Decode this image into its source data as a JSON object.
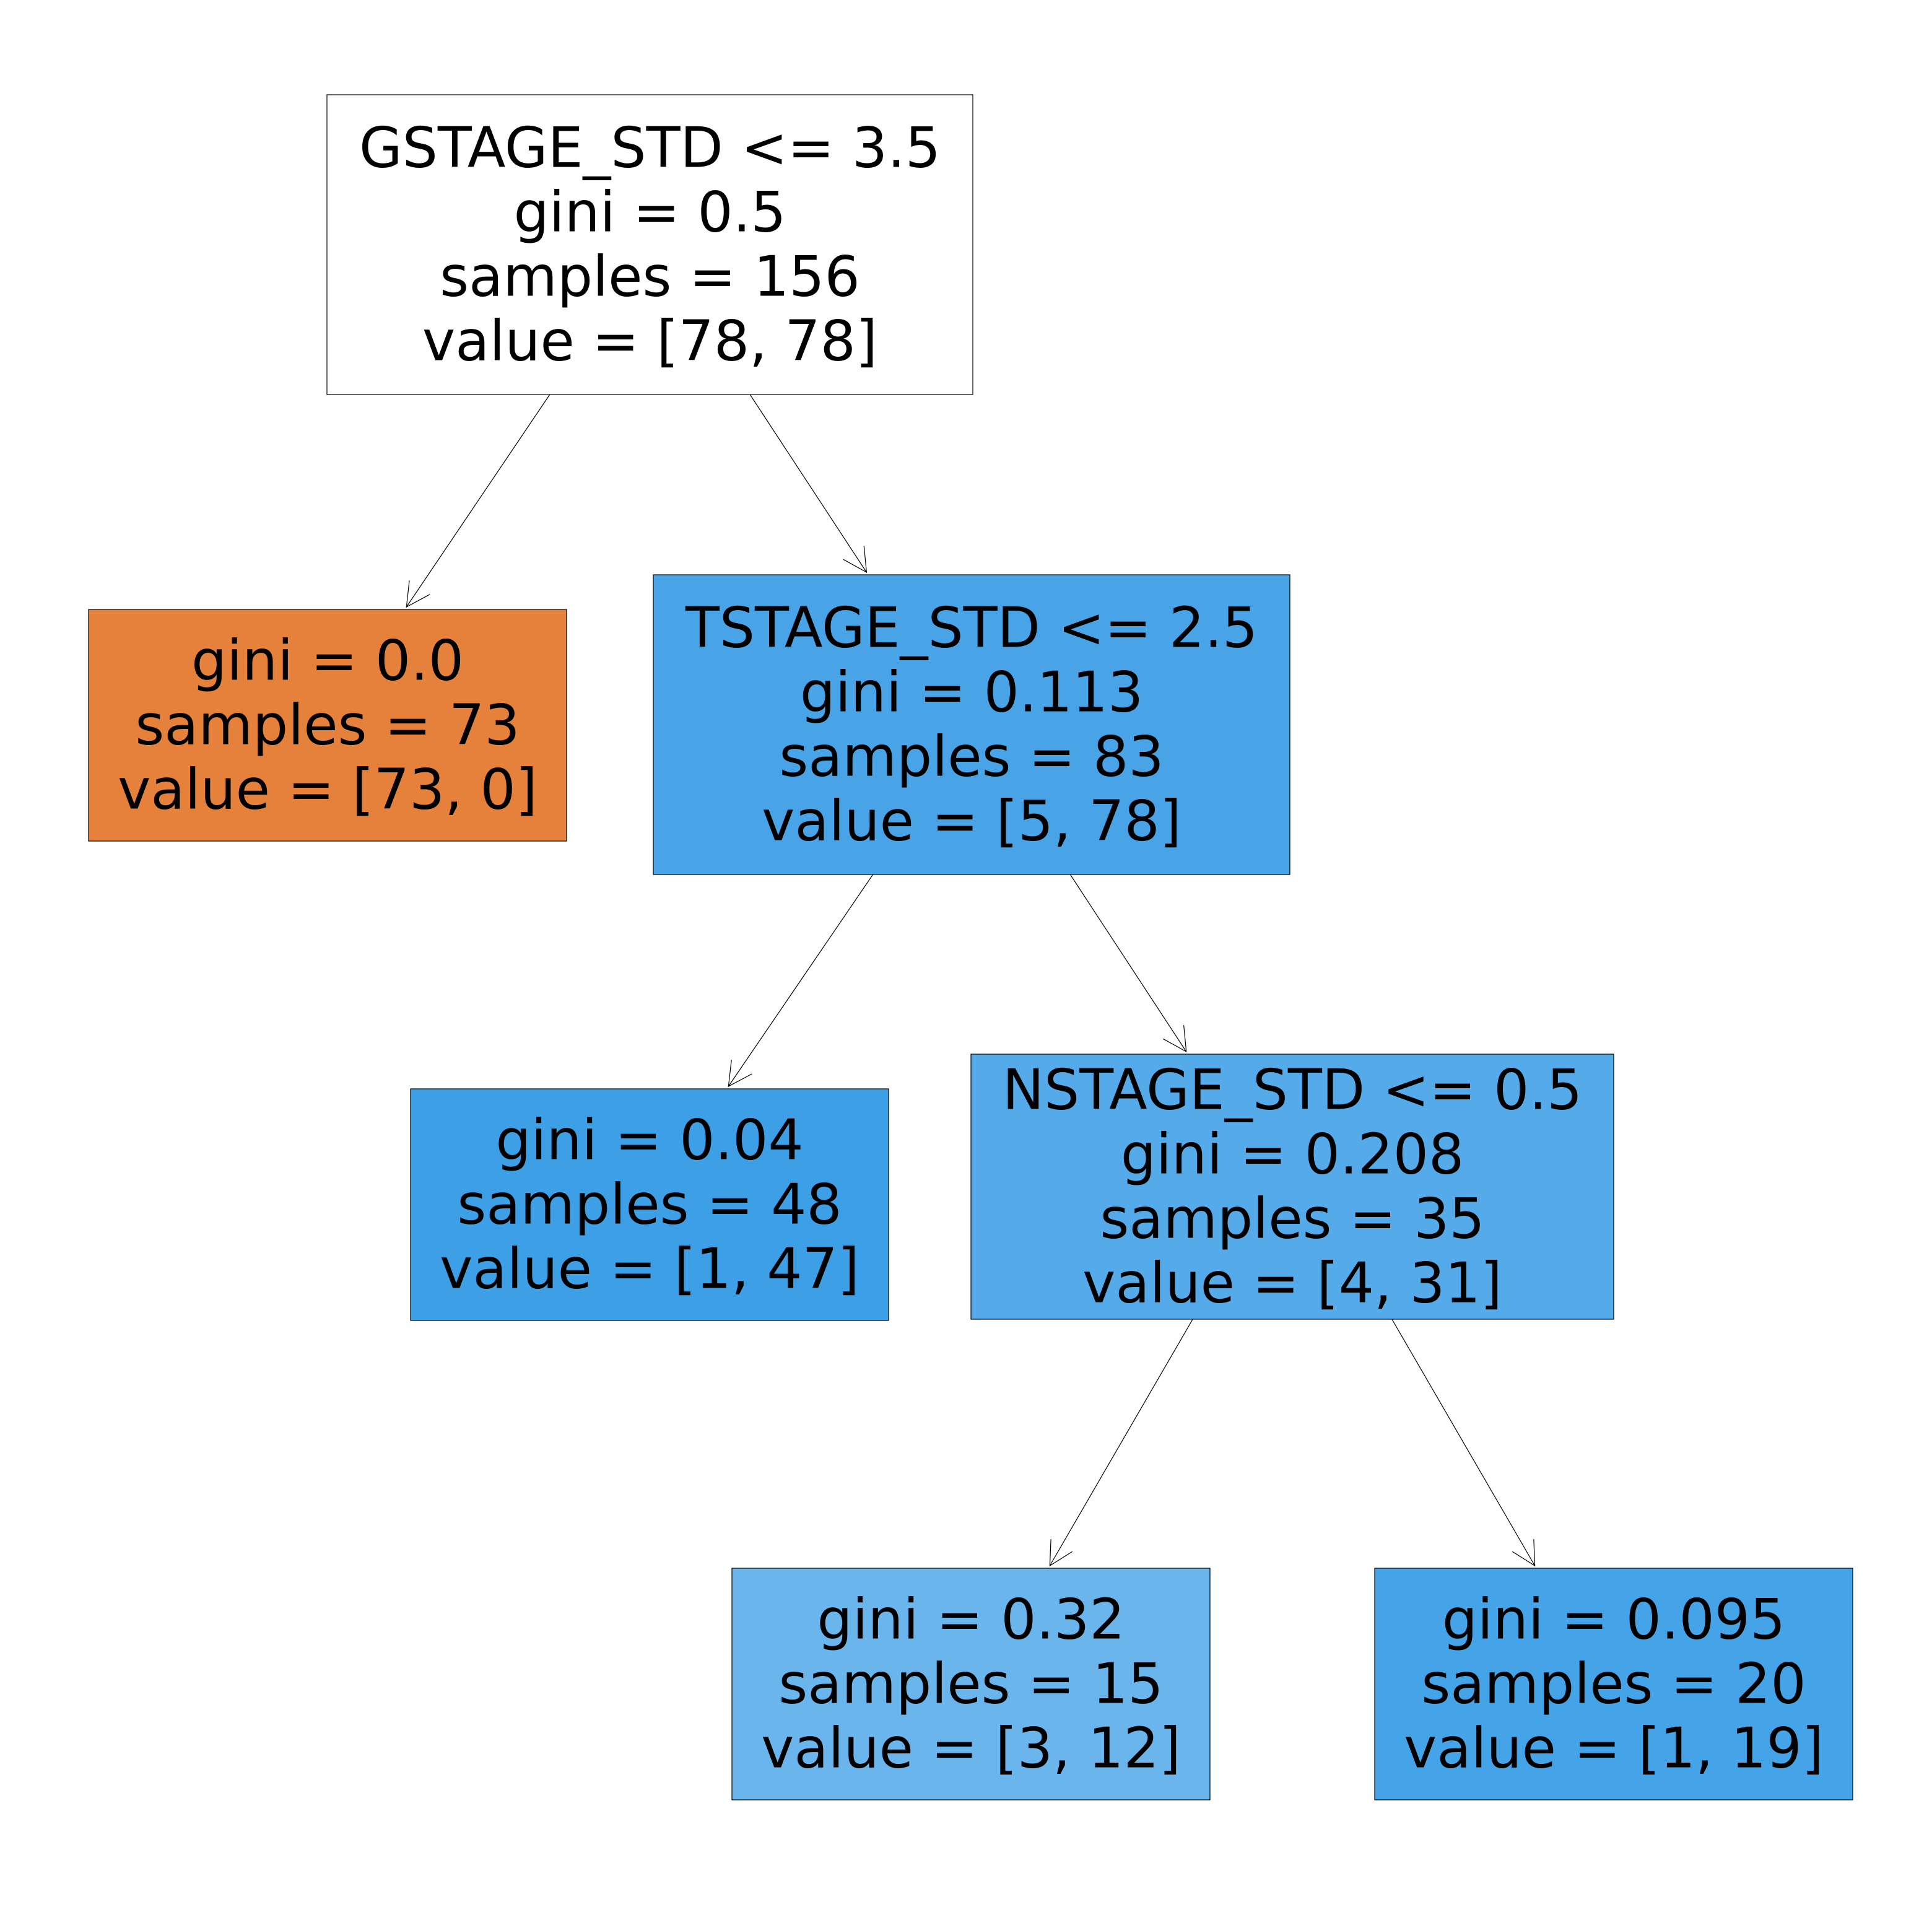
{
  "tree": {
    "nodes": [
      {
        "id": "root",
        "fill": "#ffffff",
        "lines": [
          "GSTAGE_STD <= 3.5",
          "gini = 0.5",
          "samples = 156",
          "value = [78, 78]"
        ]
      },
      {
        "id": "gstage-left-leaf",
        "fill": "#e5813b",
        "lines": [
          "gini = 0.0",
          "samples = 73",
          "value = [73, 0]"
        ]
      },
      {
        "id": "tstage-split",
        "fill": "#48a3e7",
        "lines": [
          "TSTAGE_STD <= 2.5",
          "gini = 0.113",
          "samples = 83",
          "value = [5, 78]"
        ]
      },
      {
        "id": "tstage-left-leaf",
        "fill": "#3d9fe6",
        "lines": [
          "gini = 0.04",
          "samples = 48",
          "value = [1, 47]"
        ]
      },
      {
        "id": "nstage-split",
        "fill": "#55abe9",
        "lines": [
          "NSTAGE_STD <= 0.5",
          "gini = 0.208",
          "samples = 35",
          "value = [4, 31]"
        ]
      },
      {
        "id": "nstage-left-leaf",
        "fill": "#6ab5ec",
        "lines": [
          "gini = 0.32",
          "samples = 15",
          "value = [3, 12]"
        ]
      },
      {
        "id": "nstage-right-leaf",
        "fill": "#45a3e7",
        "lines": [
          "gini = 0.095",
          "samples = 20",
          "value = [1, 19]"
        ]
      }
    ],
    "edges": [
      {
        "from": "root",
        "to": "gstage-left-leaf"
      },
      {
        "from": "root",
        "to": "tstage-split"
      },
      {
        "from": "tstage-split",
        "to": "tstage-left-leaf"
      },
      {
        "from": "tstage-split",
        "to": "nstage-split"
      },
      {
        "from": "nstage-split",
        "to": "nstage-left-leaf"
      },
      {
        "from": "nstage-split",
        "to": "nstage-right-leaf"
      }
    ]
  }
}
